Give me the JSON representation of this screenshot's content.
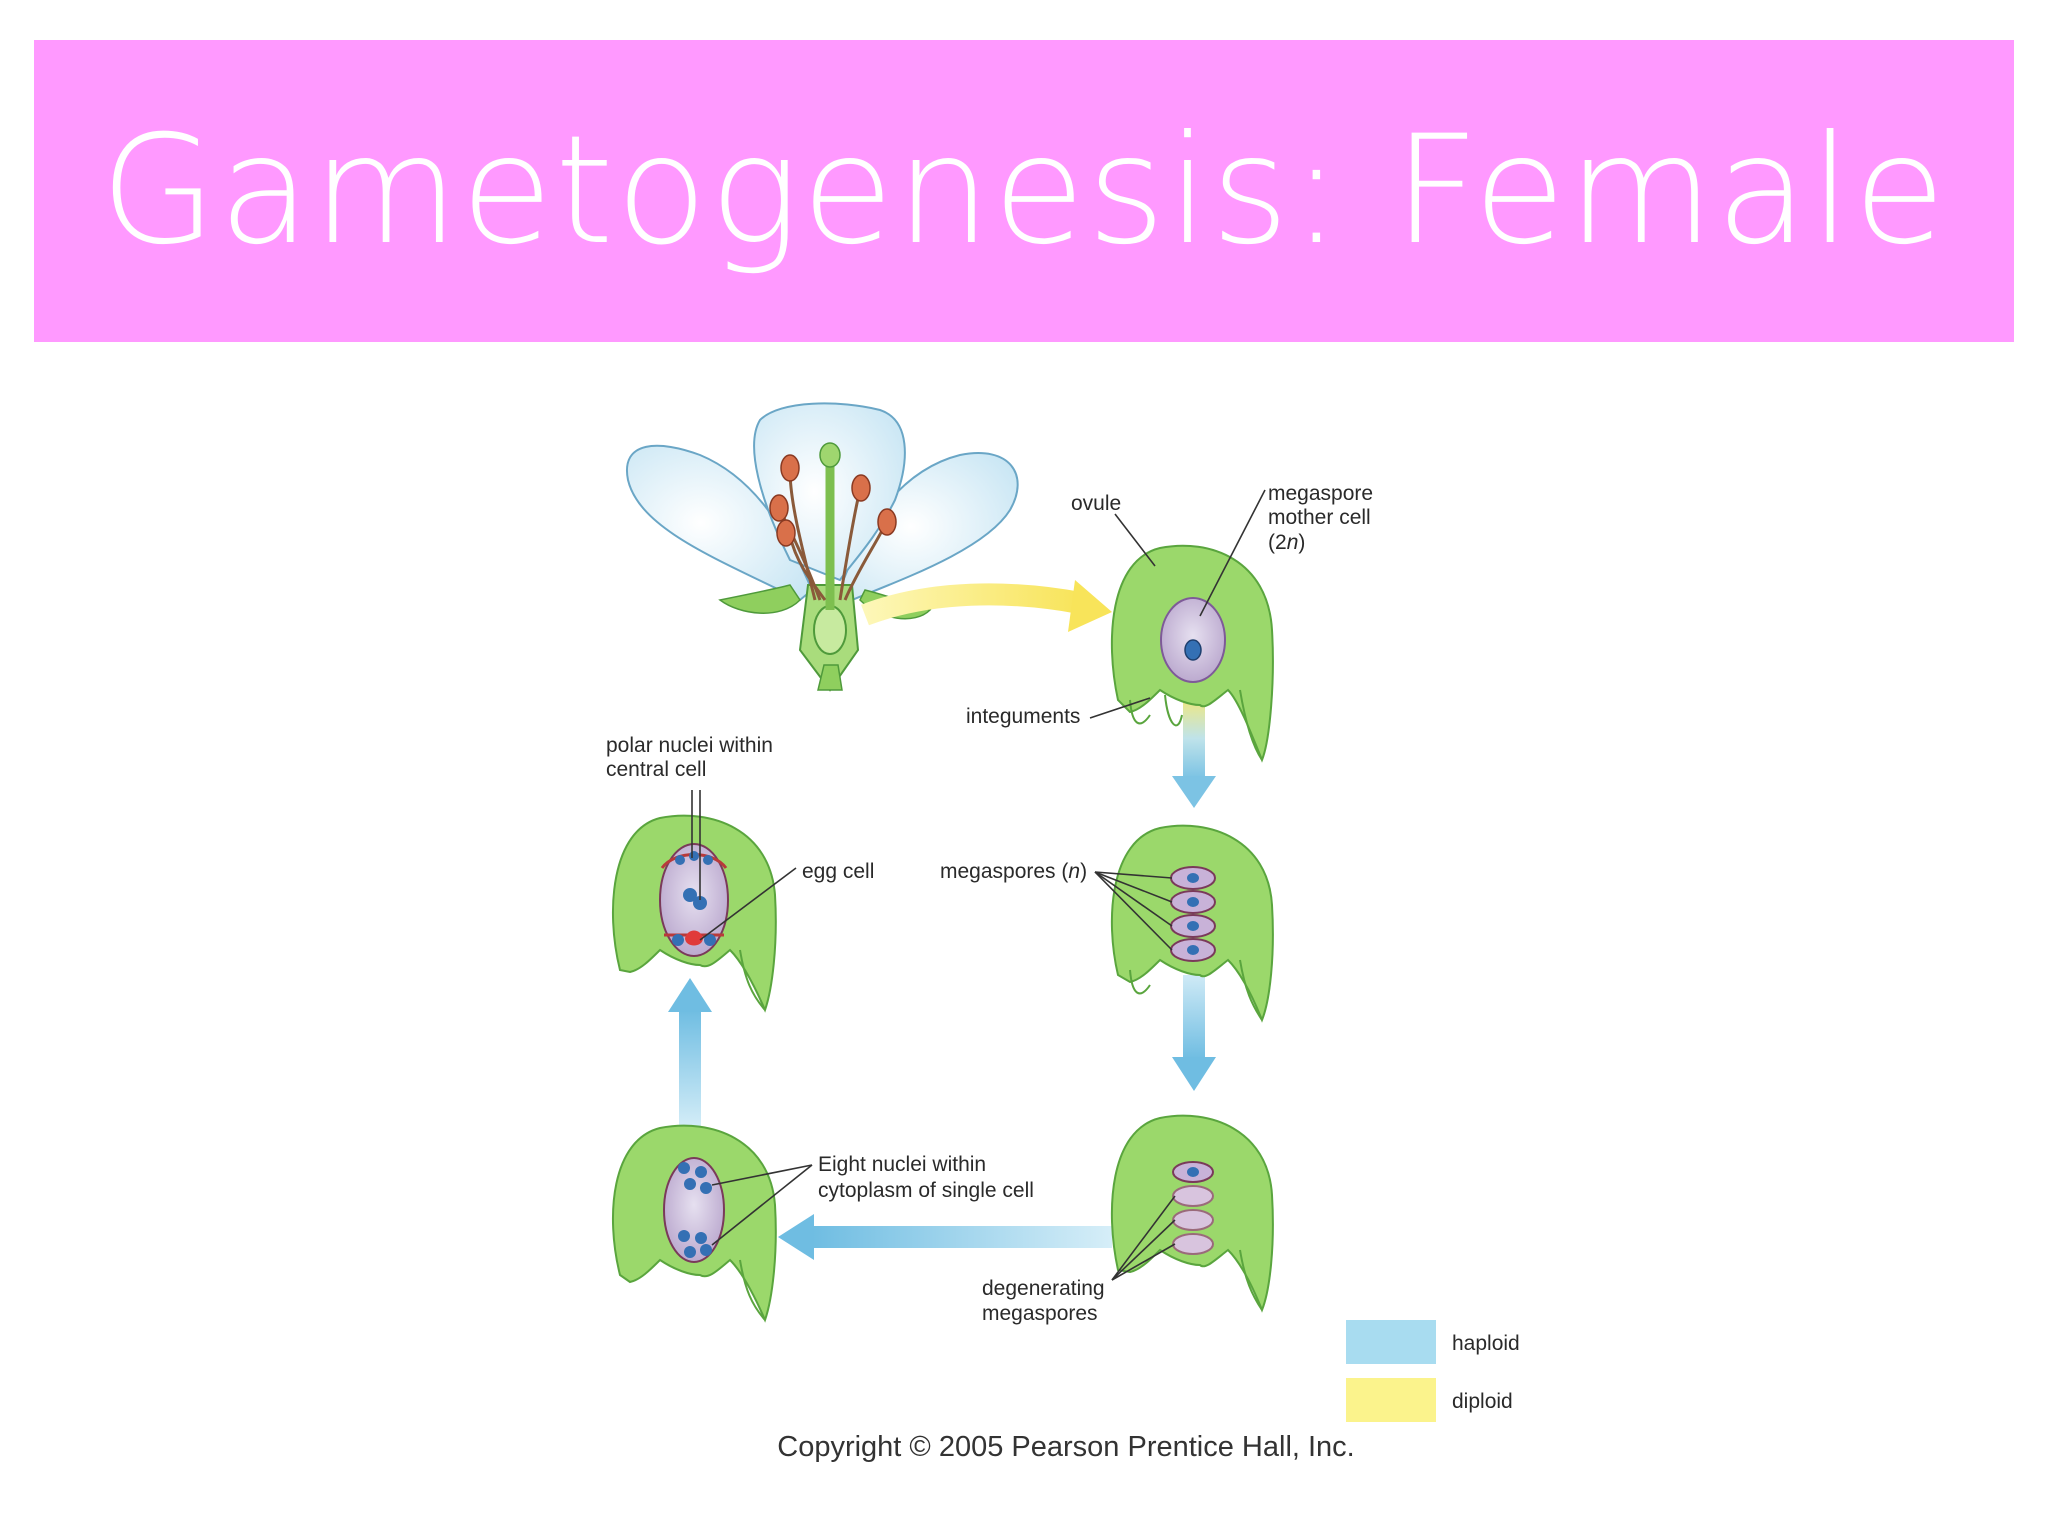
{
  "title": "Gametogenesis: Female",
  "labels": {
    "ovule": "ovule",
    "mmc_1": "megaspore",
    "mmc_2": "mother cell",
    "mmc_3_pre": "(2",
    "mmc_3_n": "n",
    "mmc_3_post": ")",
    "integuments": "integuments",
    "megaspores_pre": "megaspores (",
    "megaspores_n": "n",
    "megaspores_post": ")",
    "degenerating_1": "degenerating",
    "degenerating_2": "megaspores",
    "eight_1": "Eight nuclei within",
    "eight_2": "cytoplasm of single cell",
    "polar_1": "polar nuclei within",
    "polar_2": "central cell",
    "egg": "egg cell"
  },
  "legend": [
    {
      "label": "haploid",
      "color": "#a8dcf0"
    },
    {
      "label": "diploid",
      "color": "#fbf38c"
    }
  ],
  "copyright": "Copyright © 2005 Pearson Prentice Hall, Inc.",
  "colors": {
    "banner": "#ff99ff",
    "ovule_green": "#9bd86b",
    "haploid_arrow": "#7cc3e4",
    "diploid_arrow": "#f8e86a"
  }
}
